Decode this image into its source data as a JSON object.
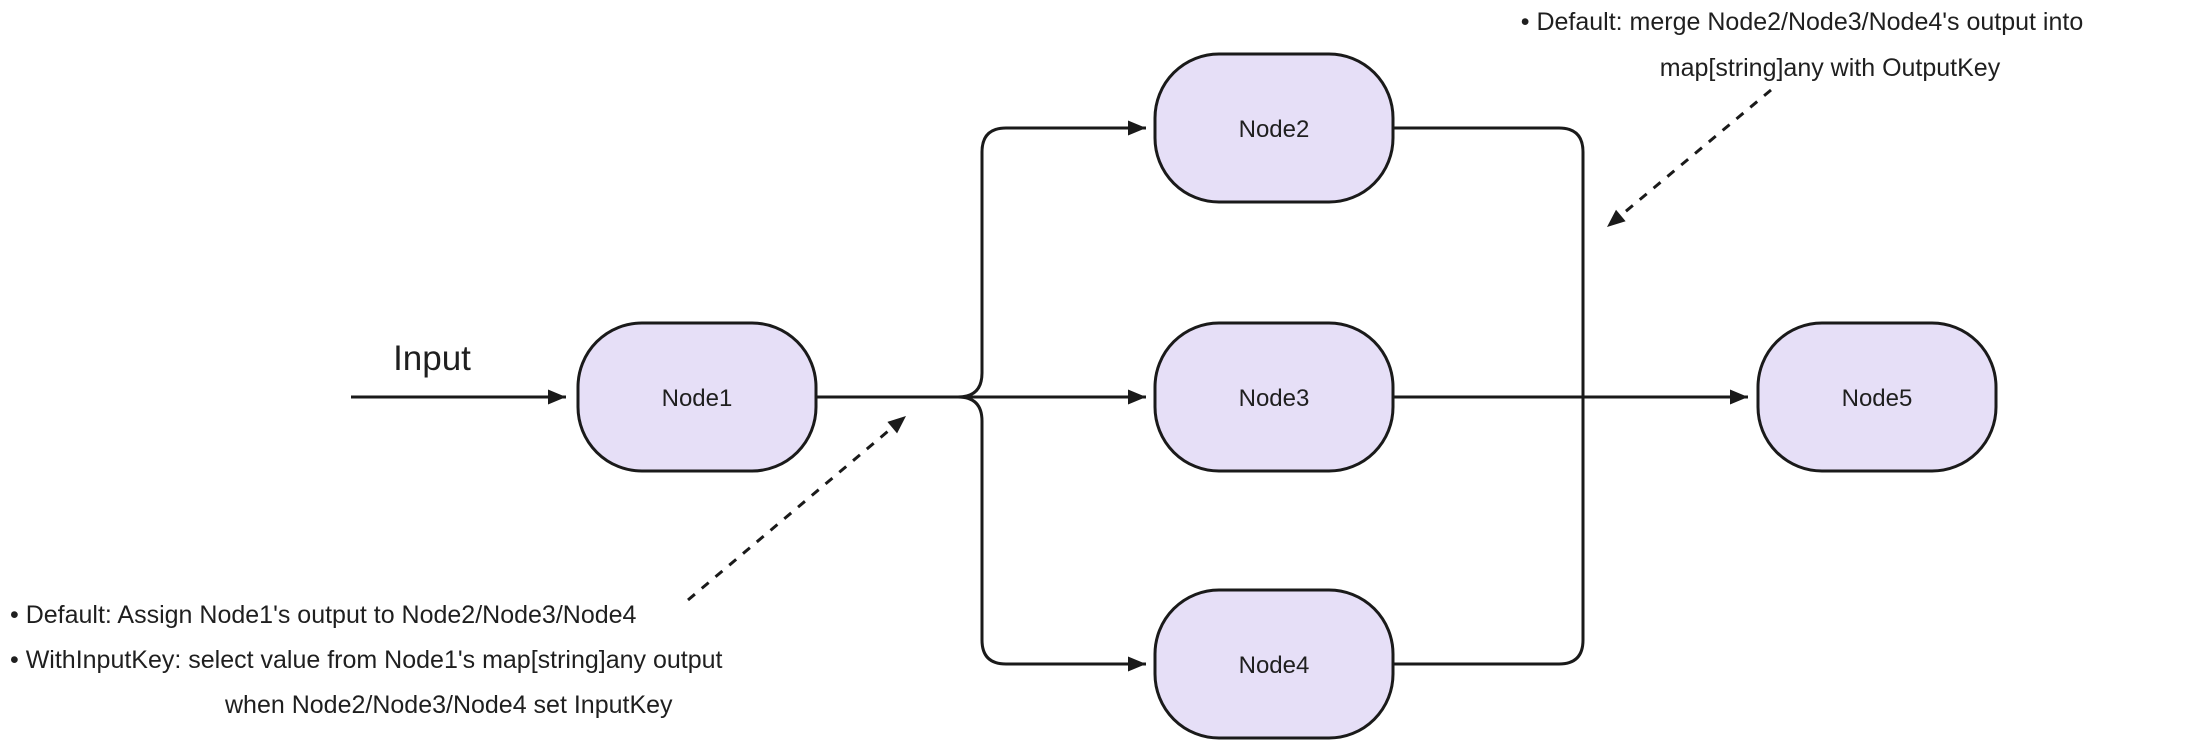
{
  "diagram": {
    "input_label": "Input",
    "nodes": [
      {
        "label": "Node1"
      },
      {
        "label": "Node2"
      },
      {
        "label": "Node3"
      },
      {
        "label": "Node4"
      },
      {
        "label": "Node5"
      }
    ],
    "annotations": {
      "fanout_note": {
        "line1": "• Default: Assign Node1's output to Node2/Node3/Node4",
        "line2": "• WithInputKey: select value from Node1's map[string]any output",
        "line3": "when Node2/Node3/Node4 set InputKey"
      },
      "fanin_note": {
        "line1": "• Default: merge Node2/Node3/Node4's output into",
        "line2": "map[string]any with OutputKey"
      }
    },
    "colors": {
      "node_fill": "#E6DFF7",
      "node_stroke": "#1A1A1A",
      "edge": "#1A1A1A",
      "text": "#1F1F1F",
      "background": "#FFFFFF"
    }
  }
}
